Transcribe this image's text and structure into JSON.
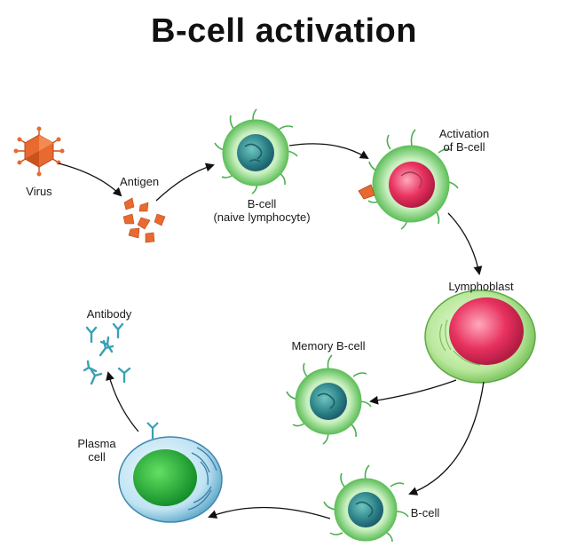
{
  "title": "B-cell activation",
  "labels": {
    "virus": "Virus",
    "antigen": "Antigen",
    "bcell_naive_1": "B-cell",
    "bcell_naive_2": "(naive lymphocyte)",
    "activation_1": "Activation",
    "activation_2": "of B-cell",
    "lymphoblast": "Lymphoblast",
    "memory_bcell": "Memory B-cell",
    "bcell": "B-cell",
    "plasma_1": "Plasma",
    "plasma_2": "cell",
    "antibody": "Antibody"
  },
  "colors": {
    "membrane": "#8fd68a",
    "membrane_light": "#d9f5d2",
    "nucleus_teal": "#2f8c8a",
    "nucleus_red": "#e8325f",
    "virus": "#e86a30",
    "antibody": "#3aa0b5",
    "arrow": "#111111"
  }
}
